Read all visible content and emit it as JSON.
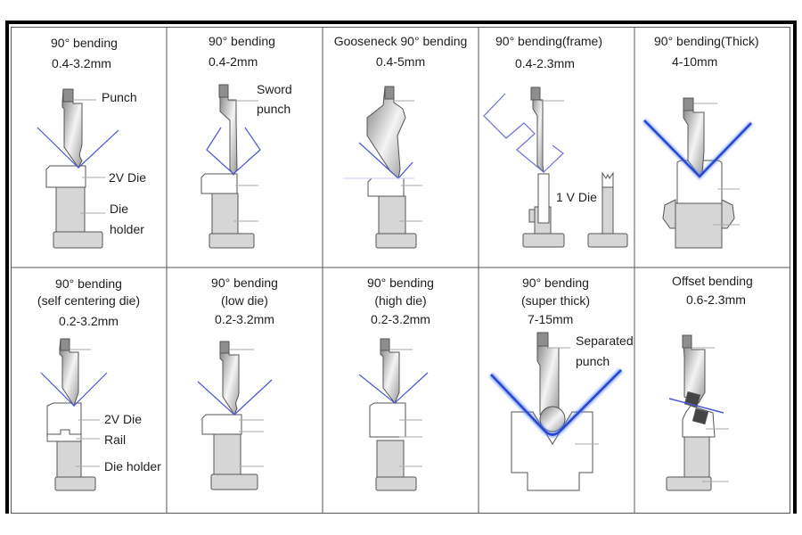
{
  "title": "Press brake bending types",
  "cells": [
    {
      "title": "90° bending",
      "range": "0.4-3.2mm",
      "labels": [
        "Punch",
        "2V Die",
        "Die",
        "holder"
      ]
    },
    {
      "title": "90° bending",
      "range": "0.4-2mm",
      "labels": [
        "Sword",
        "punch"
      ]
    },
    {
      "title": "Gooseneck 90° bending",
      "range": "0.4-5mm"
    },
    {
      "title": "90° bending(frame)",
      "range": "0.4-2.3mm",
      "labels": [
        "1 V Die"
      ]
    },
    {
      "title": "90° bending(Thick)",
      "range": "4-10mm"
    },
    {
      "title": "90° bending",
      "subtitle": "(self centering die)",
      "range": "0.2-3.2mm",
      "labels": [
        "2V Die",
        "Rail",
        "Die holder"
      ]
    },
    {
      "title": "90° bending",
      "subtitle": "(low die)",
      "range": "0.2-3.2mm"
    },
    {
      "title": "90° bending",
      "subtitle": "(high die)",
      "range": "0.2-3.2mm"
    },
    {
      "title": "90° bending",
      "subtitle": "(super thick)",
      "range": "7-15mm",
      "labels": [
        "Separated",
        "punch"
      ]
    },
    {
      "title": "Offset bending",
      "range": "0.6-2.3mm"
    }
  ],
  "colors": {
    "sheet": "#4a55d6",
    "tool": "#8e8e8e",
    "holder": "#d6d6d6",
    "border": "#000000"
  }
}
